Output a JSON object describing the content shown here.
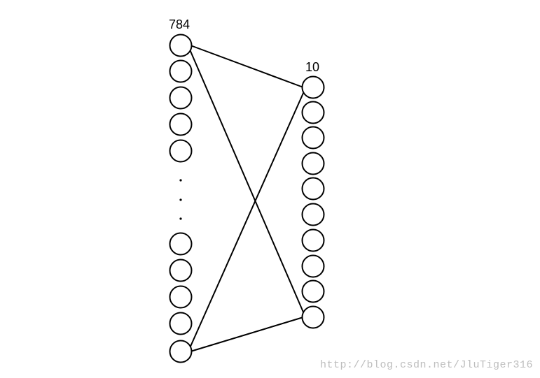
{
  "input_layer": {
    "label": "784"
  },
  "output_layer": {
    "label": "10"
  },
  "ellipsis": "...",
  "watermark": "http://blog.csdn.net/JluTiger316",
  "colors": {
    "stroke": "#000000",
    "node_fill": "#ffffff",
    "watermark": "#bdbdbd"
  }
}
